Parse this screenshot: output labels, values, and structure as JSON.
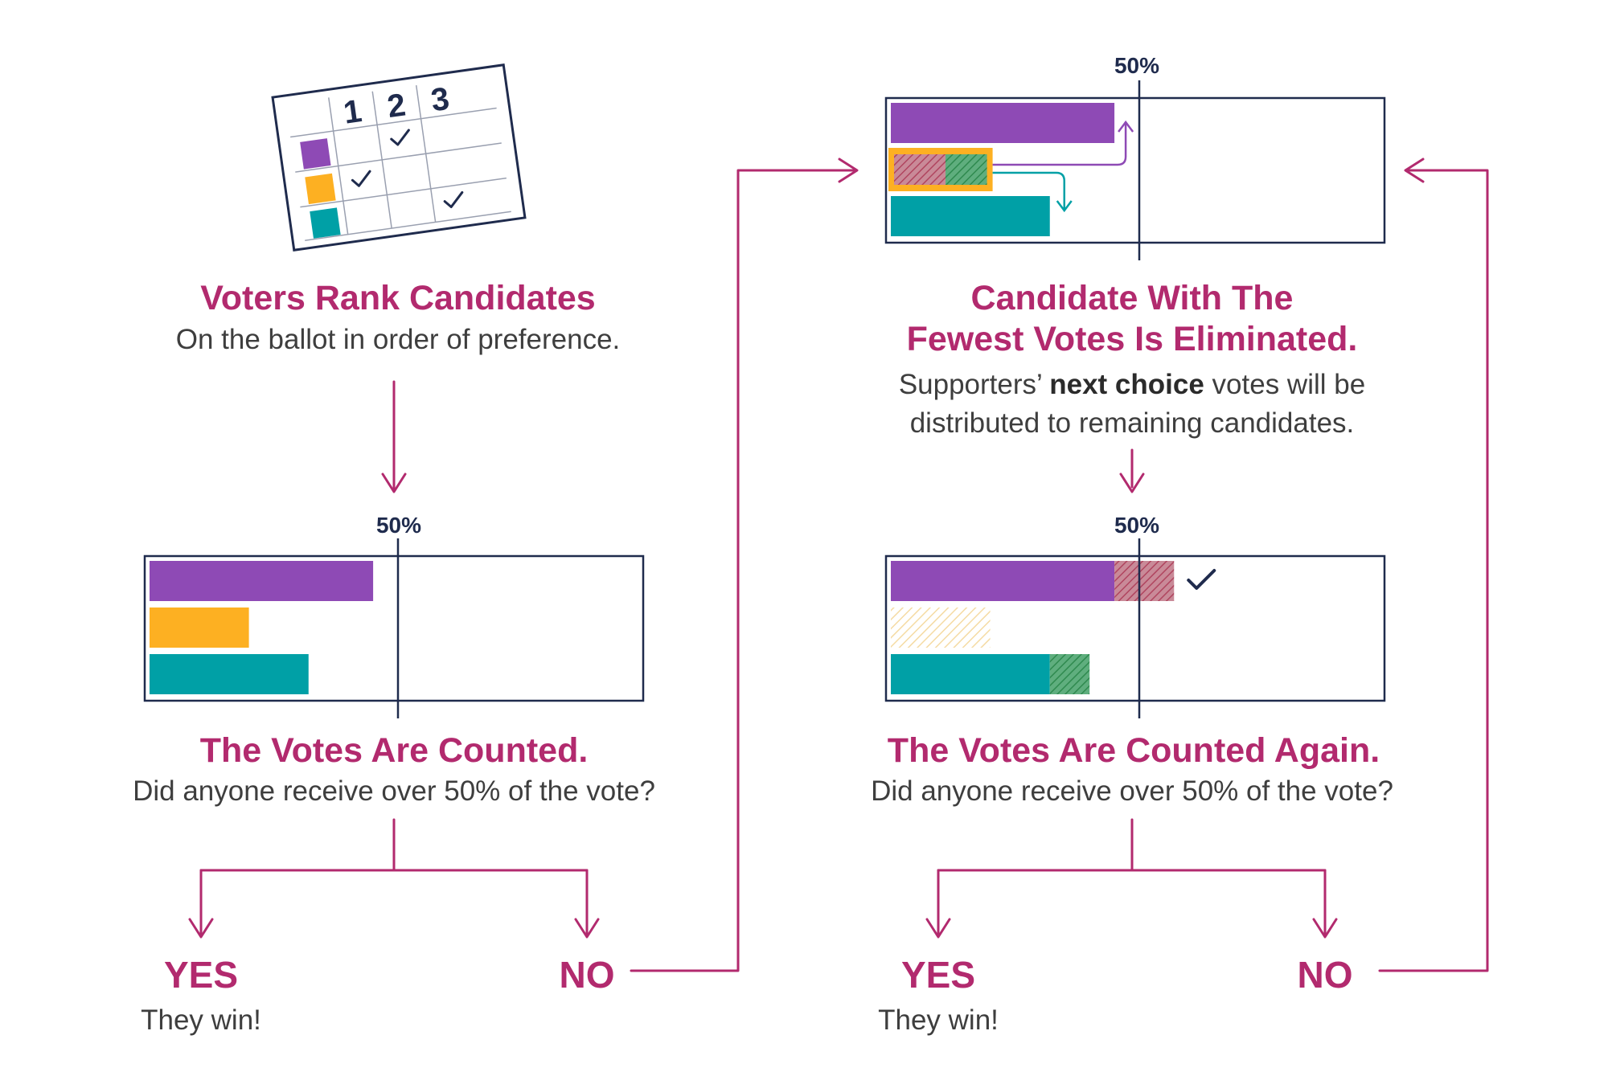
{
  "colors": {
    "accent": "#b22a6e",
    "navy": "#1f2b4d",
    "purple": "#8e4ab5",
    "orange": "#fdb022",
    "teal": "#00a0a6"
  },
  "ballot": {
    "columns": [
      "1",
      "2",
      "3"
    ],
    "marks": [
      {
        "candidate": "purple",
        "rank": "2"
      },
      {
        "candidate": "orange",
        "rank": "1"
      },
      {
        "candidate": "teal",
        "rank": "3"
      }
    ]
  },
  "step1": {
    "title": "Voters Rank Candidates",
    "subtitle": "On the ballot in order of preference."
  },
  "step2": {
    "threshold_label": "50%",
    "title": "The Votes Are Counted.",
    "subtitle": "Did anyone receive over 50% of the vote?",
    "yes_label": "YES",
    "yes_sub": "They win!",
    "no_label": "NO"
  },
  "step3": {
    "threshold_label": "50%",
    "title_line1": "Candidate With The",
    "title_line2": "Fewest Votes Is Eliminated.",
    "sub_line1_pre": "Supporters’ ",
    "sub_line1_bold": "next choice",
    "sub_line1_post": " votes will be",
    "sub_line2": "distributed to remaining candidates."
  },
  "step4": {
    "threshold_label": "50%",
    "title": "The Votes Are Counted Again.",
    "subtitle": "Did anyone receive over 50% of the vote?",
    "yes_label": "YES",
    "yes_sub": "They win!",
    "no_label": "NO"
  },
  "chart_data": [
    {
      "type": "bar",
      "threshold": 50,
      "series": [
        {
          "color": "purple",
          "value": 45
        },
        {
          "color": "orange",
          "value": 20
        },
        {
          "color": "teal",
          "value": 32
        }
      ]
    },
    {
      "type": "bar",
      "threshold": 50,
      "series": [
        {
          "color": "purple",
          "value": 45
        },
        {
          "color": "orange",
          "value": 20,
          "split": {
            "to_purple": 11,
            "to_teal": 9
          }
        },
        {
          "color": "teal",
          "value": 32
        }
      ]
    },
    {
      "type": "bar",
      "threshold": 50,
      "series": [
        {
          "color": "purple",
          "value": 45,
          "added": 12,
          "winner": true
        },
        {
          "color": "orange",
          "value": 20,
          "eliminated": true
        },
        {
          "color": "teal",
          "value": 32,
          "added": 8
        }
      ]
    }
  ]
}
